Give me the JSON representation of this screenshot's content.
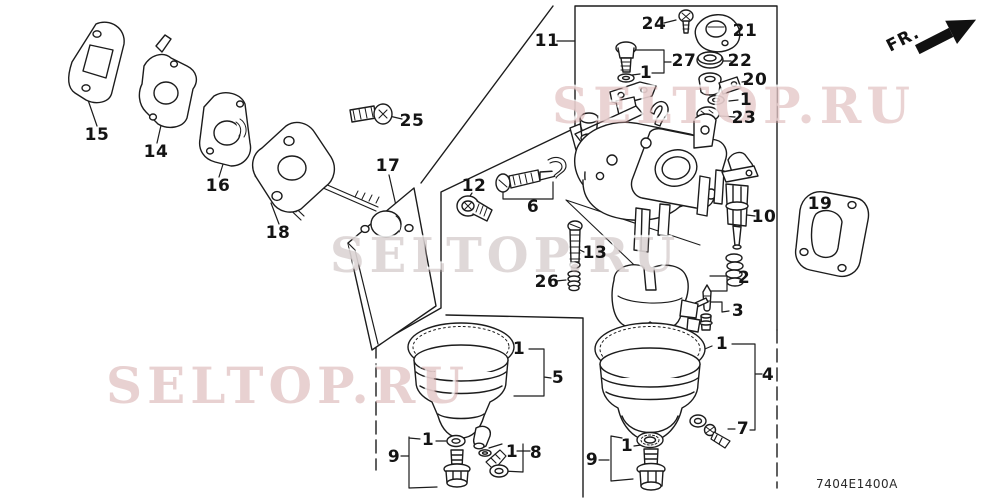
{
  "diagram": {
    "fr_label": "FR.",
    "part_code": "7404E1400A",
    "watermarks": [
      {
        "text": "SELTOP.RU"
      },
      {
        "text": "SELTOP.RU"
      },
      {
        "text": "SELTOP.RU"
      }
    ],
    "labels": [
      {
        "text": "15"
      },
      {
        "text": "14"
      },
      {
        "text": "16"
      },
      {
        "text": "18"
      },
      {
        "text": "25"
      },
      {
        "text": "17"
      },
      {
        "text": "11"
      },
      {
        "text": "24"
      },
      {
        "text": "21"
      },
      {
        "text": "27"
      },
      {
        "text": "1"
      },
      {
        "text": "22"
      },
      {
        "text": "20"
      },
      {
        "text": "1"
      },
      {
        "text": "23"
      },
      {
        "text": "12"
      },
      {
        "text": "6"
      },
      {
        "text": "13"
      },
      {
        "text": "26"
      },
      {
        "text": "10"
      },
      {
        "text": "19"
      },
      {
        "text": "2"
      },
      {
        "text": "3"
      },
      {
        "text": "1"
      },
      {
        "text": "5"
      },
      {
        "text": "1"
      },
      {
        "text": "9"
      },
      {
        "text": "1"
      },
      {
        "text": "8"
      },
      {
        "text": "1"
      },
      {
        "text": "4"
      },
      {
        "text": "7"
      },
      {
        "text": "1"
      },
      {
        "text": "9"
      }
    ],
    "line_color": "#1c1c1c",
    "watermark_pink": "#cd9696",
    "watermark_gray": "#aca0a0"
  }
}
